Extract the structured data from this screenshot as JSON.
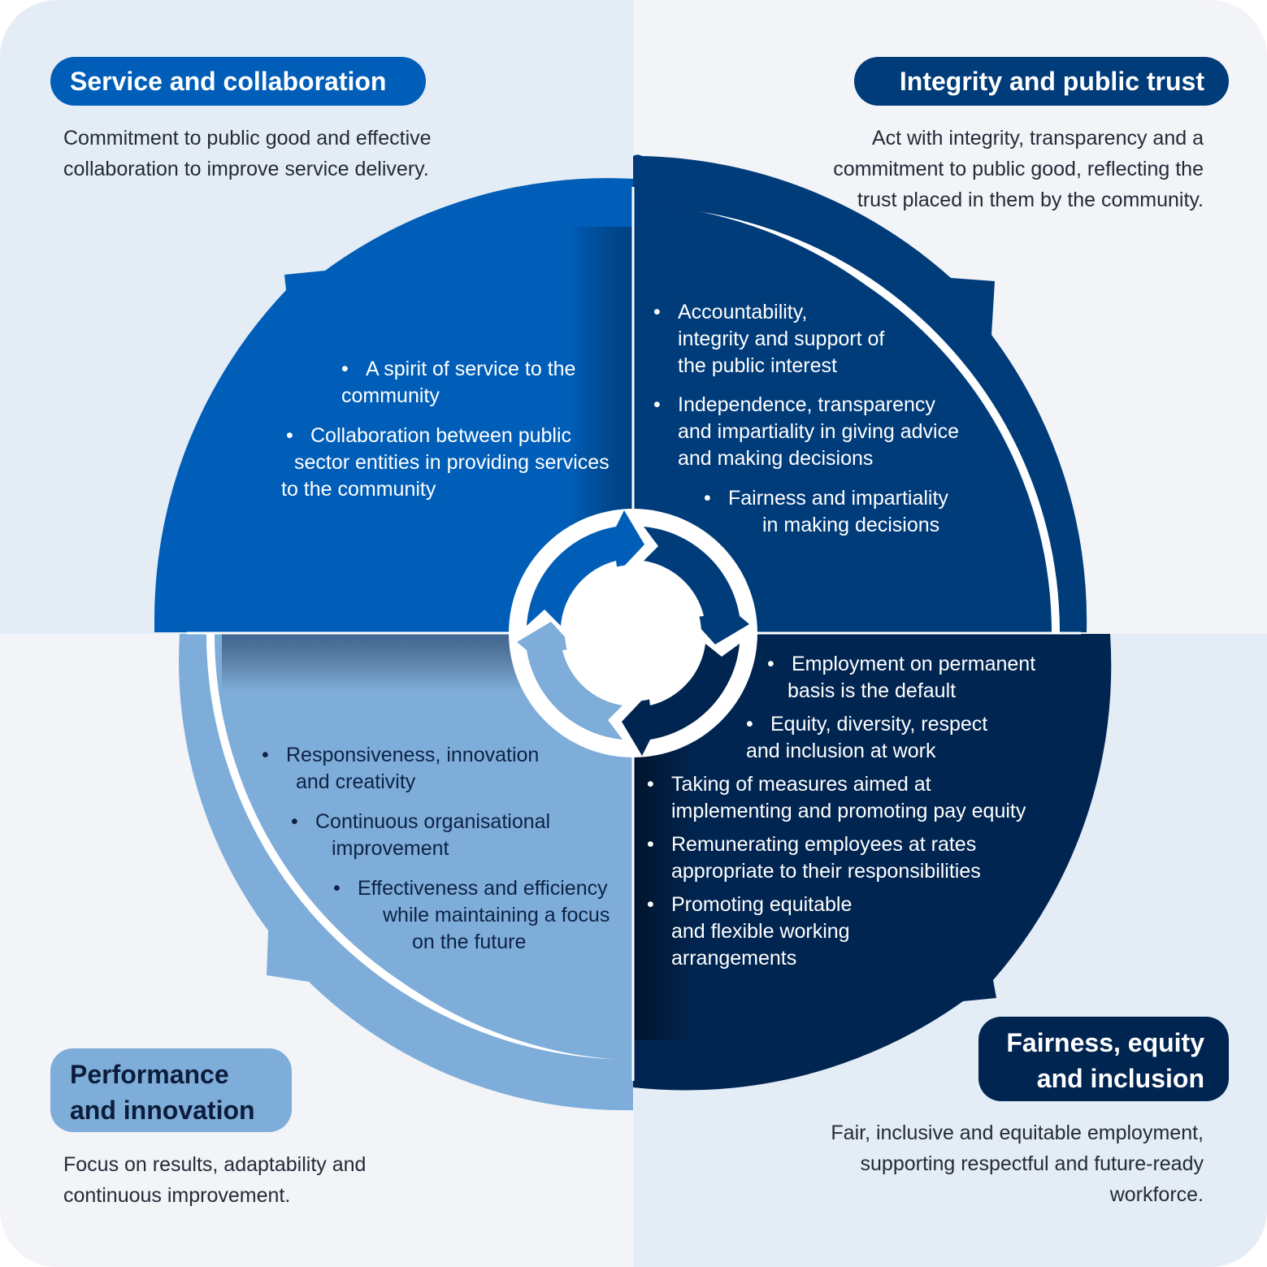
{
  "colors": {
    "service": "#005eb8",
    "integrity": "#003b7a",
    "fairness": "#012551",
    "performance": "#7eadda"
  },
  "quadrants": {
    "service": {
      "title": "Service and collaboration",
      "description": "Commitment to public good and effective collaboration to improve service delivery.",
      "items": [
        {
          "line1": "A spirit of service to the",
          "line2": "community"
        },
        {
          "line1": "Collaboration between public",
          "line2": "sector entities in providing services",
          "line3": "to the community"
        }
      ]
    },
    "integrity": {
      "title": "Integrity and public trust",
      "description": "Act with integrity, transparency and a commitment to public good, reflecting the trust placed in them by the community.",
      "items": [
        {
          "line1": "Accountability,",
          "line2": "integrity and support of",
          "line3": "the public interest"
        },
        {
          "line1": "Independence, transparency",
          "line2": "and impartiality in giving advice",
          "line3": "and making decisions"
        },
        {
          "line1": "Fairness and impartiality",
          "line2": "in making decisions"
        }
      ]
    },
    "fairness": {
      "title_line1": "Fairness, equity",
      "title_line2": "and inclusion",
      "description": "Fair, inclusive and equitable employment, supporting respectful and future-ready workforce.",
      "items": [
        {
          "line1": "Employment on permanent",
          "line2": "basis is the default"
        },
        {
          "line1": "Equity, diversity,  respect",
          "line2": "and inclusion at work"
        },
        {
          "line1": "Taking of measures aimed at",
          "line2": "implementing and promoting pay equity"
        },
        {
          "line1": "Remunerating employees at rates",
          "line2": "appropriate to their responsibilities"
        },
        {
          "line1": "Promoting equitable",
          "line2": "and flexible working",
          "line3": "arrangements"
        }
      ]
    },
    "performance": {
      "title_line1": "Performance",
      "title_line2": "and innovation",
      "description": "Focus on results, adaptability and continuous improvement.",
      "items": [
        {
          "line1": "Responsiveness,  innovation",
          "line2": "and creativity"
        },
        {
          "line1": "Continuous organisational",
          "line2": "improvement"
        },
        {
          "line1": "Effectiveness and efficiency",
          "line2": "while maintaining a focus",
          "line3": "on the future"
        }
      ]
    }
  }
}
